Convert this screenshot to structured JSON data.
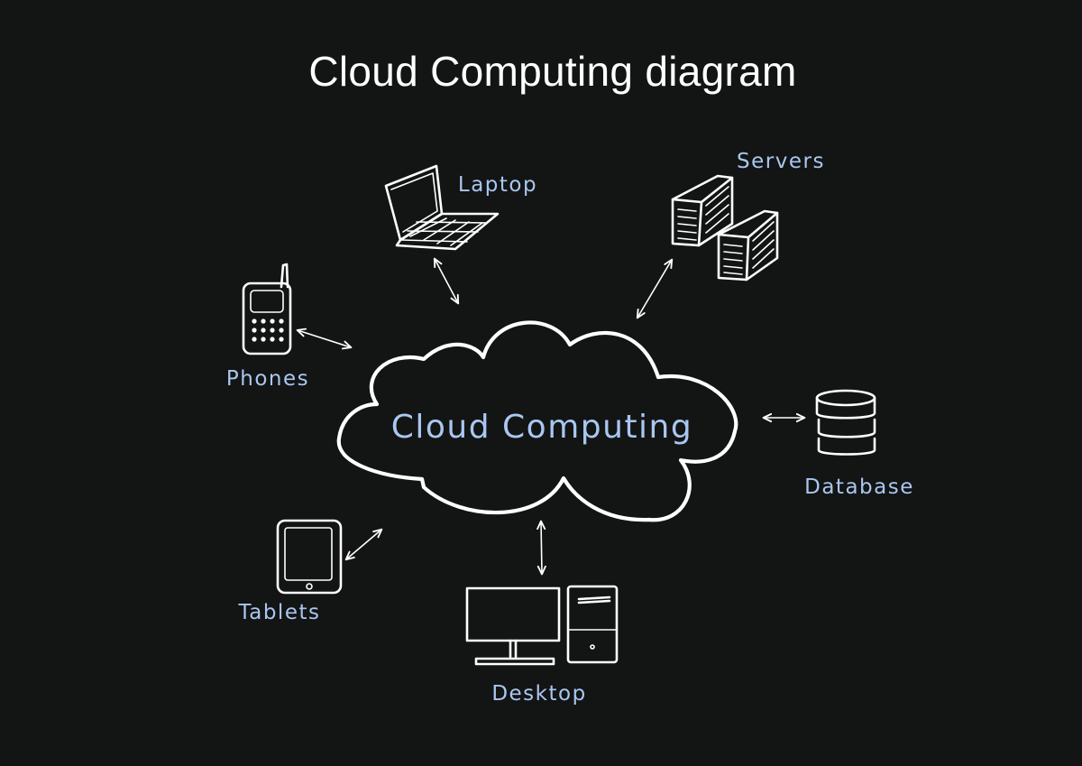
{
  "title": "Cloud Computing diagram",
  "center": {
    "label": "Cloud Computing"
  },
  "nodes": [
    {
      "id": "laptop",
      "label": "Laptop",
      "icon": "laptop-icon"
    },
    {
      "id": "servers",
      "label": "Servers",
      "icon": "servers-icon"
    },
    {
      "id": "phones",
      "label": "Phones",
      "icon": "phone-icon"
    },
    {
      "id": "database",
      "label": "Database",
      "icon": "database-icon"
    },
    {
      "id": "tablets",
      "label": "Tablets",
      "icon": "tablet-icon"
    },
    {
      "id": "desktop",
      "label": "Desktop",
      "icon": "desktop-icon"
    }
  ],
  "colors": {
    "background": "#131414",
    "lines": "#ffffff",
    "labels": "#a9c7f0"
  }
}
